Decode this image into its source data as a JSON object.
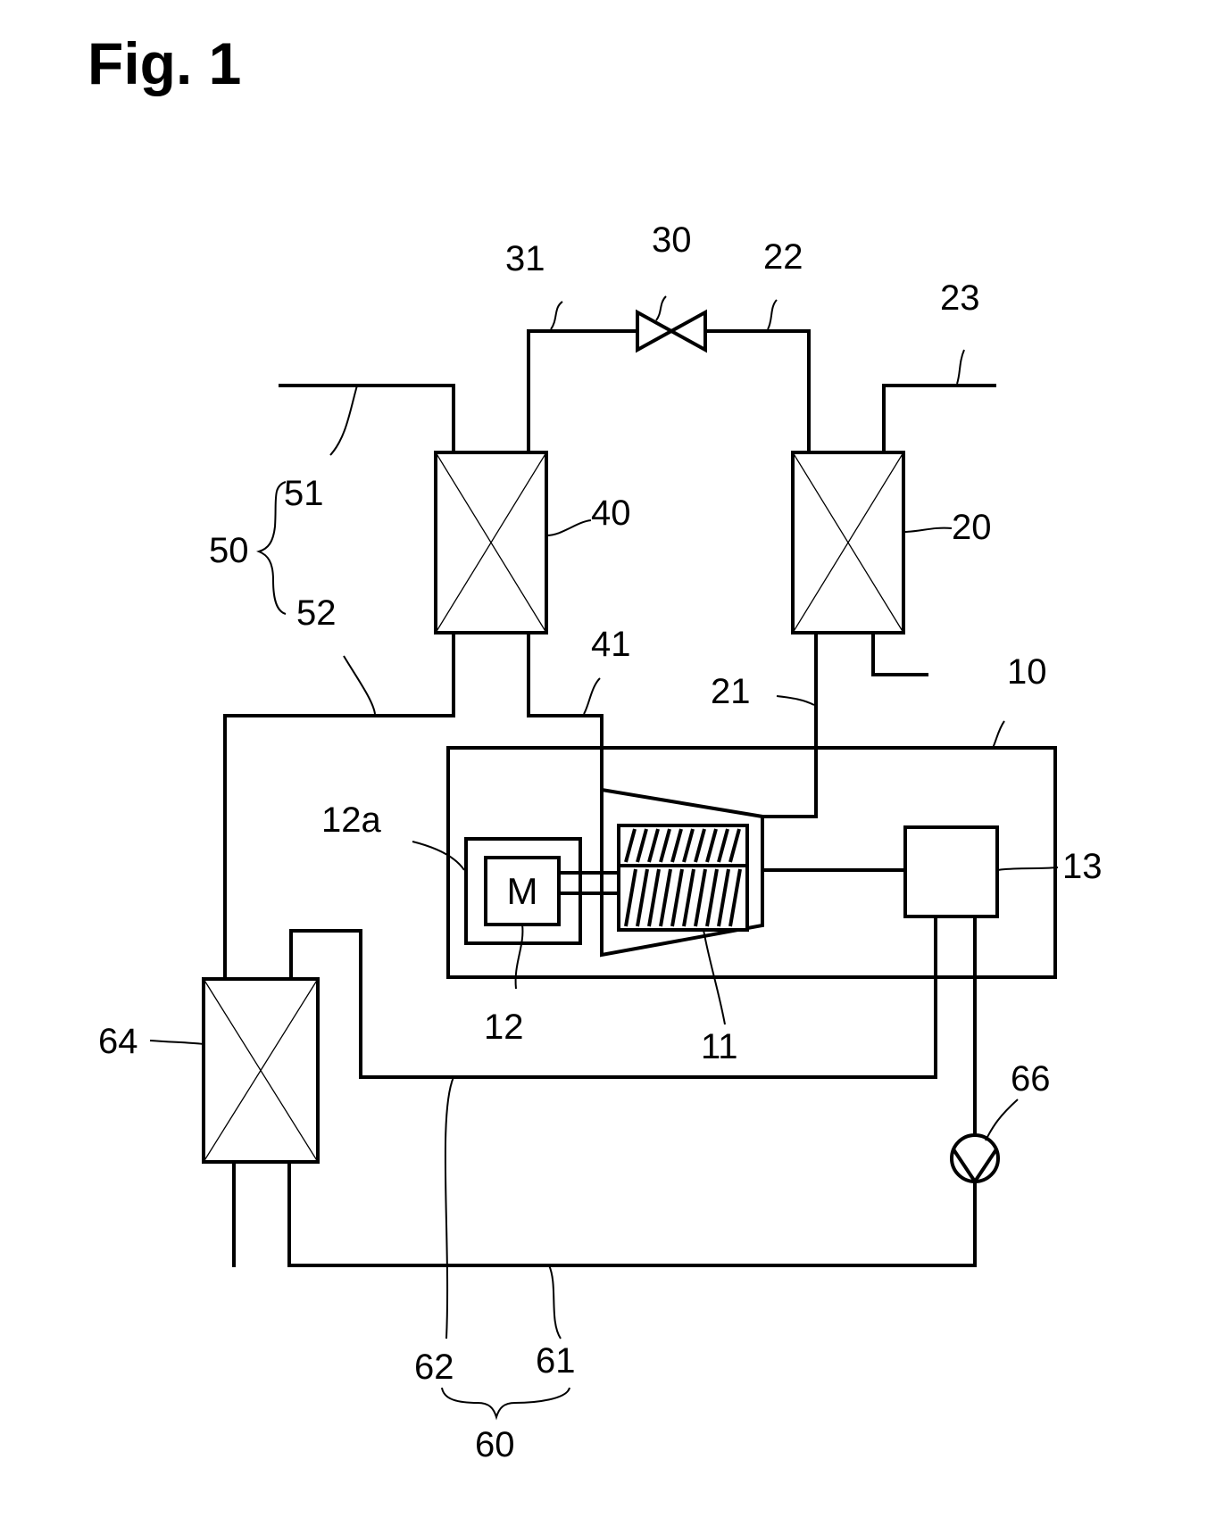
{
  "figure": {
    "title": "Fig. 1"
  },
  "motor": {
    "letter": "M"
  },
  "labels": {
    "l10": "10",
    "l11": "11",
    "l12": "12",
    "l12a": "12a",
    "l13": "13",
    "l20": "20",
    "l21": "21",
    "l22": "22",
    "l23": "23",
    "l30": "30",
    "l31": "31",
    "l40": "40",
    "l41": "41",
    "l50": "50",
    "l51": "51",
    "l52": "52",
    "l60": "60",
    "l61": "61",
    "l62": "62",
    "l64": "64",
    "l66": "66"
  }
}
